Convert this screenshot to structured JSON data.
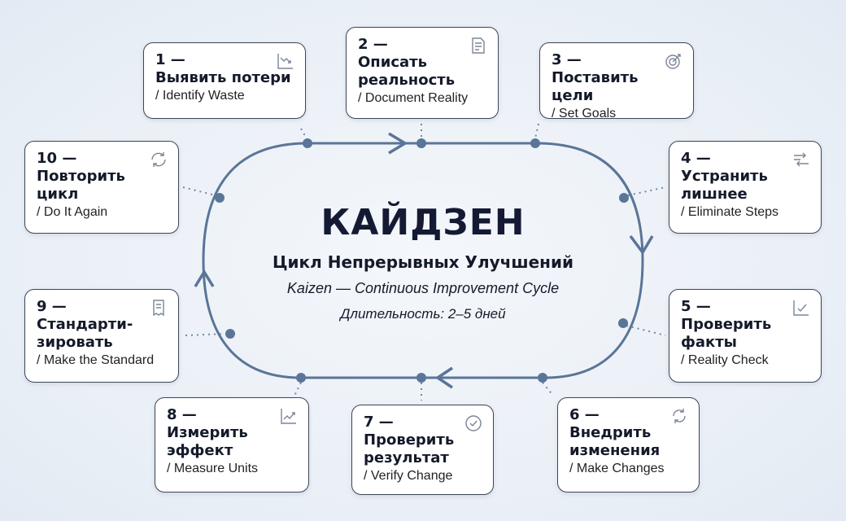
{
  "center": {
    "title": "КАЙДЗЕН",
    "subtitle": "Цикл Непрерывных Улучшений",
    "english": "Kaizen — Continuous Improvement Cycle",
    "duration": "Длительность: 2–5 дней"
  },
  "colors": {
    "loop": "#5a7598",
    "card_border": "#3c4556"
  },
  "steps": [
    {
      "num": "1 —",
      "title": "Выявить потери",
      "sub": "/ Identify Waste",
      "icon": "chart-down-icon"
    },
    {
      "num": "2 —",
      "title": "Описать реальность",
      "sub": "/ Document Reality",
      "icon": "document-icon"
    },
    {
      "num": "3 —",
      "title": "Поставить цели",
      "sub": "/ Set Goals",
      "icon": "target-icon"
    },
    {
      "num": "4 —",
      "title": "Устранить лишнее",
      "sub": "/ Eliminate Steps",
      "icon": "filter-arrows-icon"
    },
    {
      "num": "5 —",
      "title": "Проверить факты",
      "sub": "/ Reality Check",
      "icon": "chart-check-icon"
    },
    {
      "num": "6 —",
      "title": "Внедрить изменения",
      "sub": "/ Make Changes",
      "icon": "cycle-icon"
    },
    {
      "num": "7 —",
      "title": "Проверить результат",
      "sub": "/ Verify Change",
      "icon": "check-circle-icon"
    },
    {
      "num": "8 —",
      "title": "Измерить эффект",
      "sub": "/ Measure Units",
      "icon": "chart-up-icon"
    },
    {
      "num": "9 —",
      "title": "Стандарти-зировать",
      "sub": "/ Make the Standard",
      "icon": "standard-doc-icon"
    },
    {
      "num": "10 —",
      "title": "Повторить цикл",
      "sub": "/ Do It Again",
      "icon": "refresh-icon"
    }
  ]
}
